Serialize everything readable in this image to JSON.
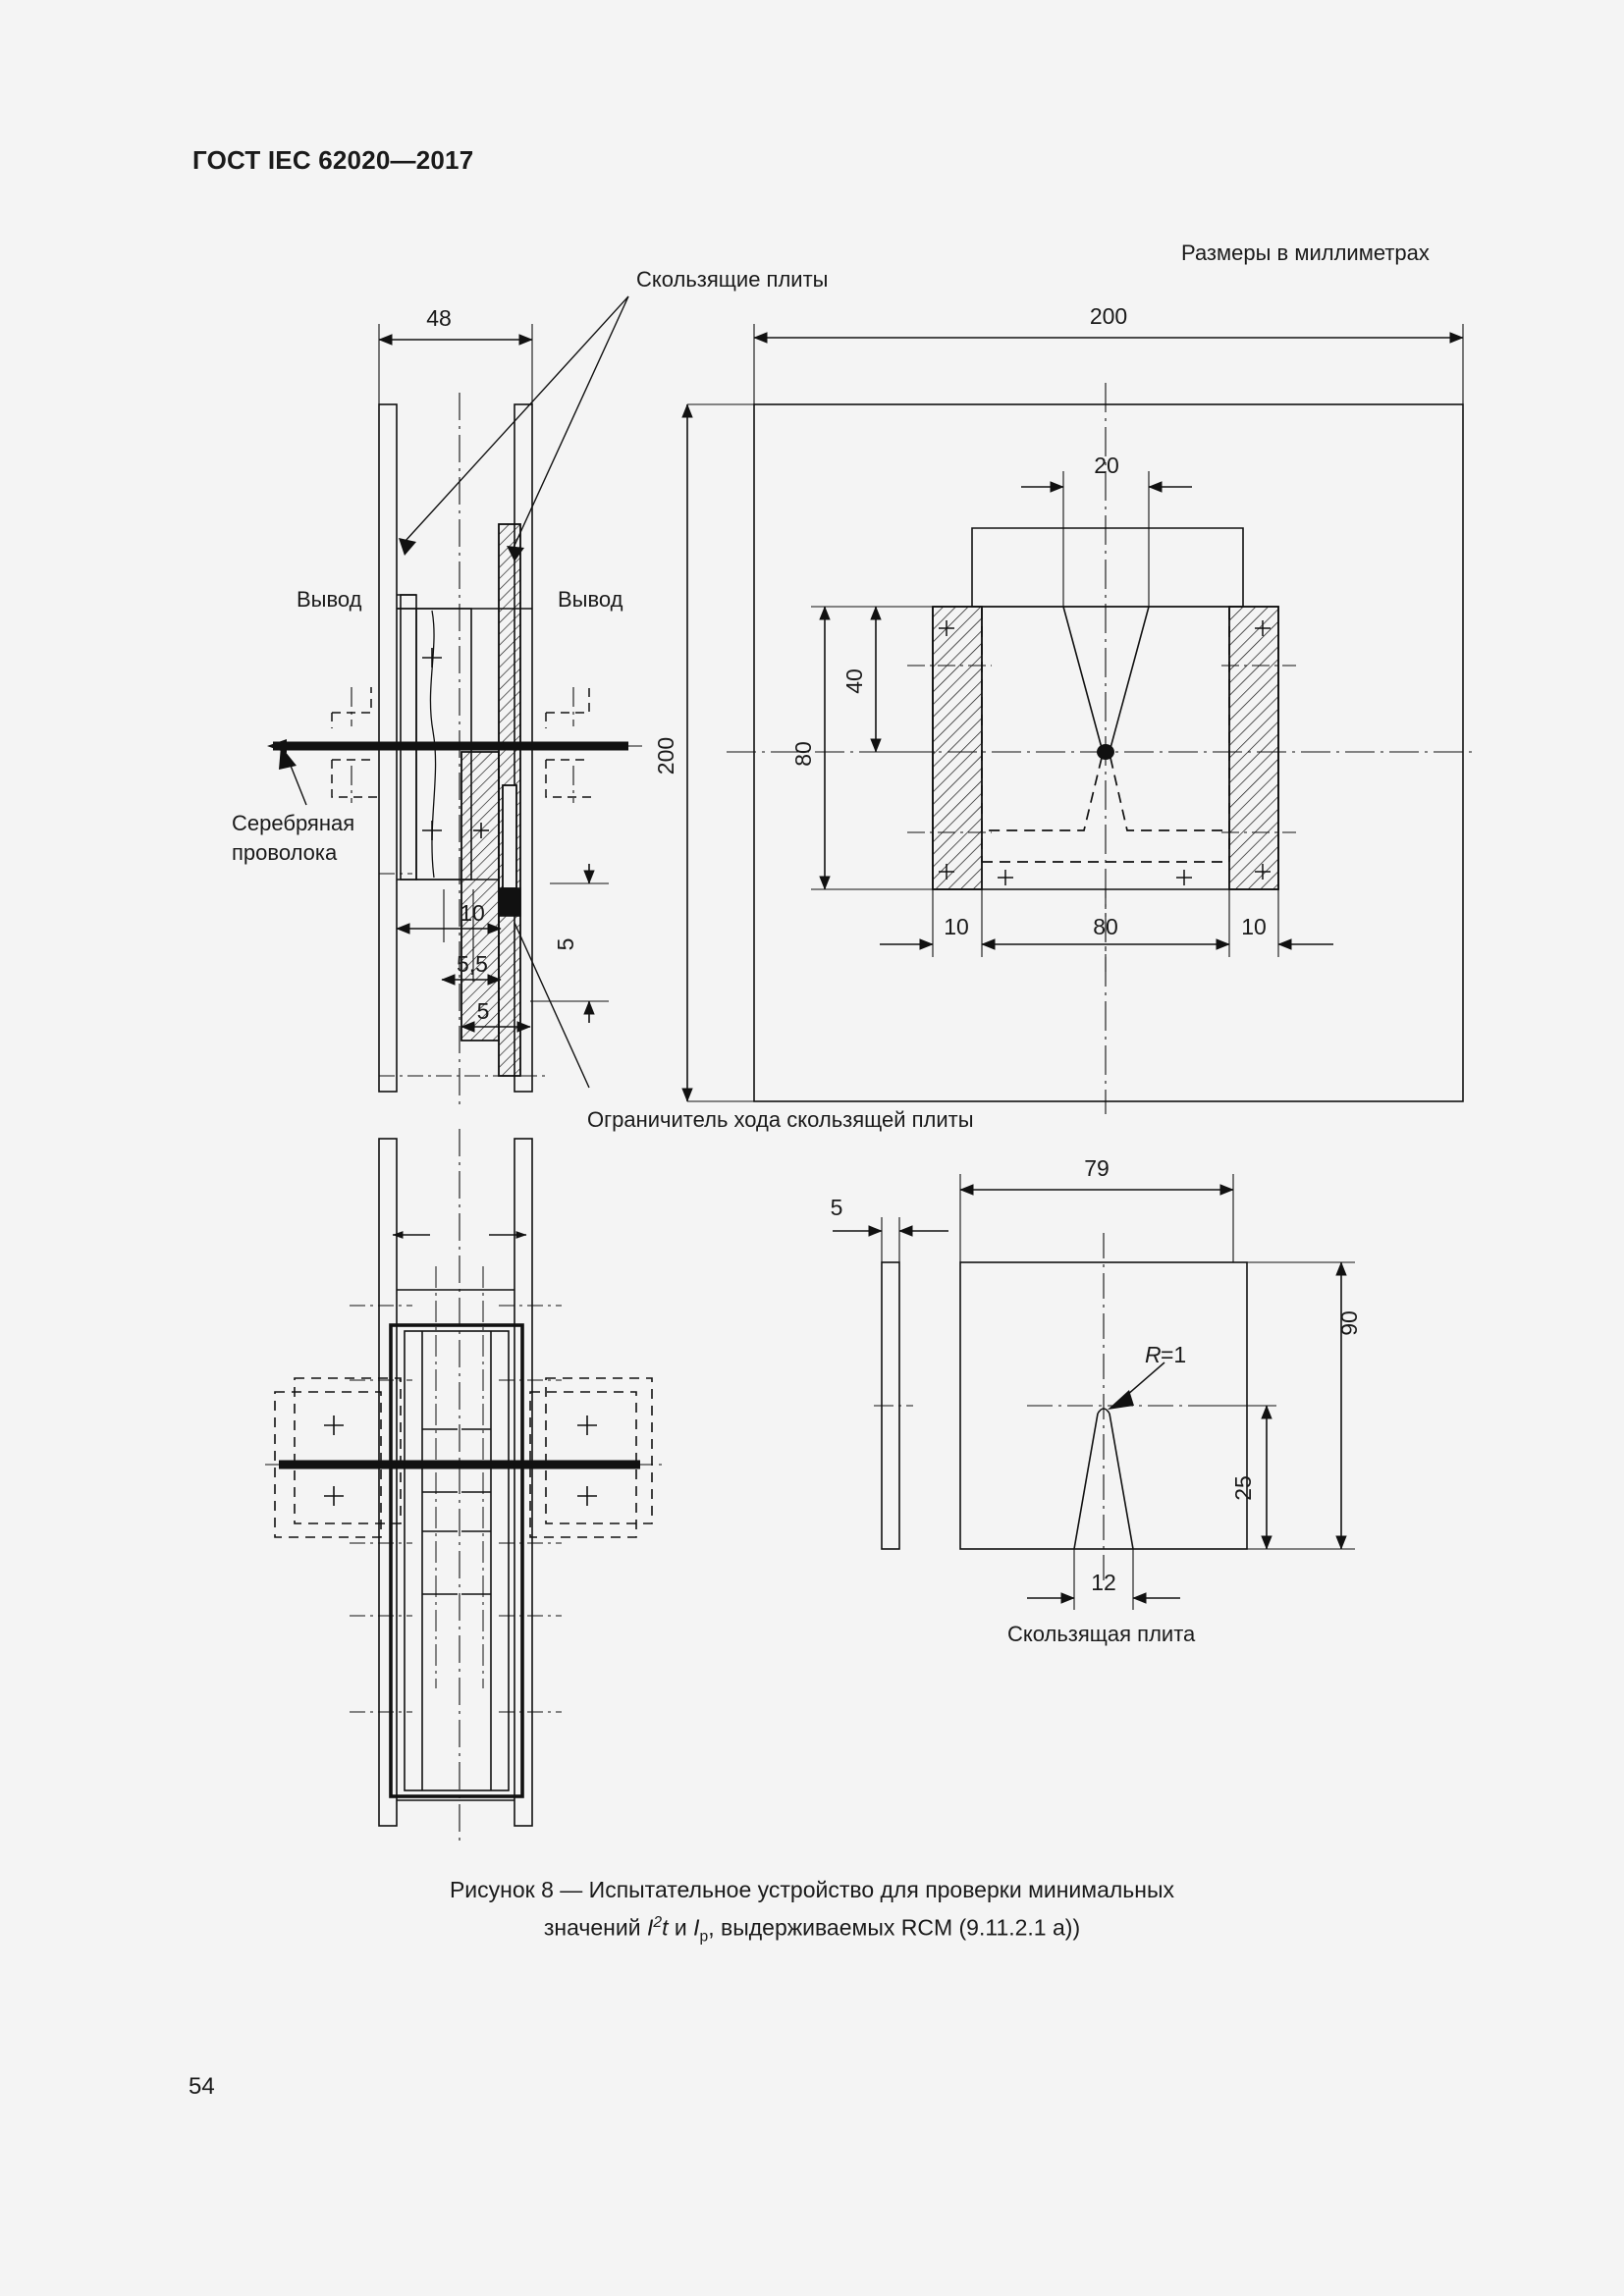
{
  "document": {
    "standard_header": "ГОСТ IEC 62020—2017",
    "units_note": "Размеры в миллиметрах",
    "page_number": "54"
  },
  "figure": {
    "caption_line1": "Рисунок 8 — Испытательное устройство для проверки минимальных",
    "caption_line2_a": "значений ",
    "caption_line2_italic_I": "I",
    "caption_line2_sup": "2",
    "caption_line2_t": "t",
    "caption_line2_b": " и ",
    "caption_line2_italic_I2": "I",
    "caption_line2_sub": "p",
    "caption_line2_c": ", выдерживаемых RCM (9.11.2.1 a))"
  },
  "labels": {
    "sliding_plates": "Скользящие плиты",
    "terminal_left": "Вывод",
    "terminal_right": "Вывод",
    "silver_wire_line1": "Серебряная",
    "silver_wire_line2": "проволока",
    "plate_travel_stop": "Ограничитель хода скользящей плиты",
    "sliding_plate": "Скользящая плита",
    "radius": "R",
    "radius_eq": "=1"
  },
  "dimensions": {
    "front_view": {
      "width_48": "48",
      "d_10": "10",
      "d_5_5": "5,5",
      "d_5": "5",
      "gap_5": "5"
    },
    "side_view": {
      "outer_width_200": "200",
      "outer_height_200": "200",
      "notch_top_20": "20",
      "depth_40": "40",
      "height_80": "80",
      "left_10": "10",
      "inner_80": "80",
      "right_10": "10"
    },
    "plate_view": {
      "thickness_5": "5",
      "width_79": "79",
      "height_90": "90",
      "notch_25": "25",
      "notch_12": "12"
    }
  },
  "colors": {
    "background": "#f4f4f4",
    "ink": "#1a1a1a",
    "line": "#111111"
  }
}
